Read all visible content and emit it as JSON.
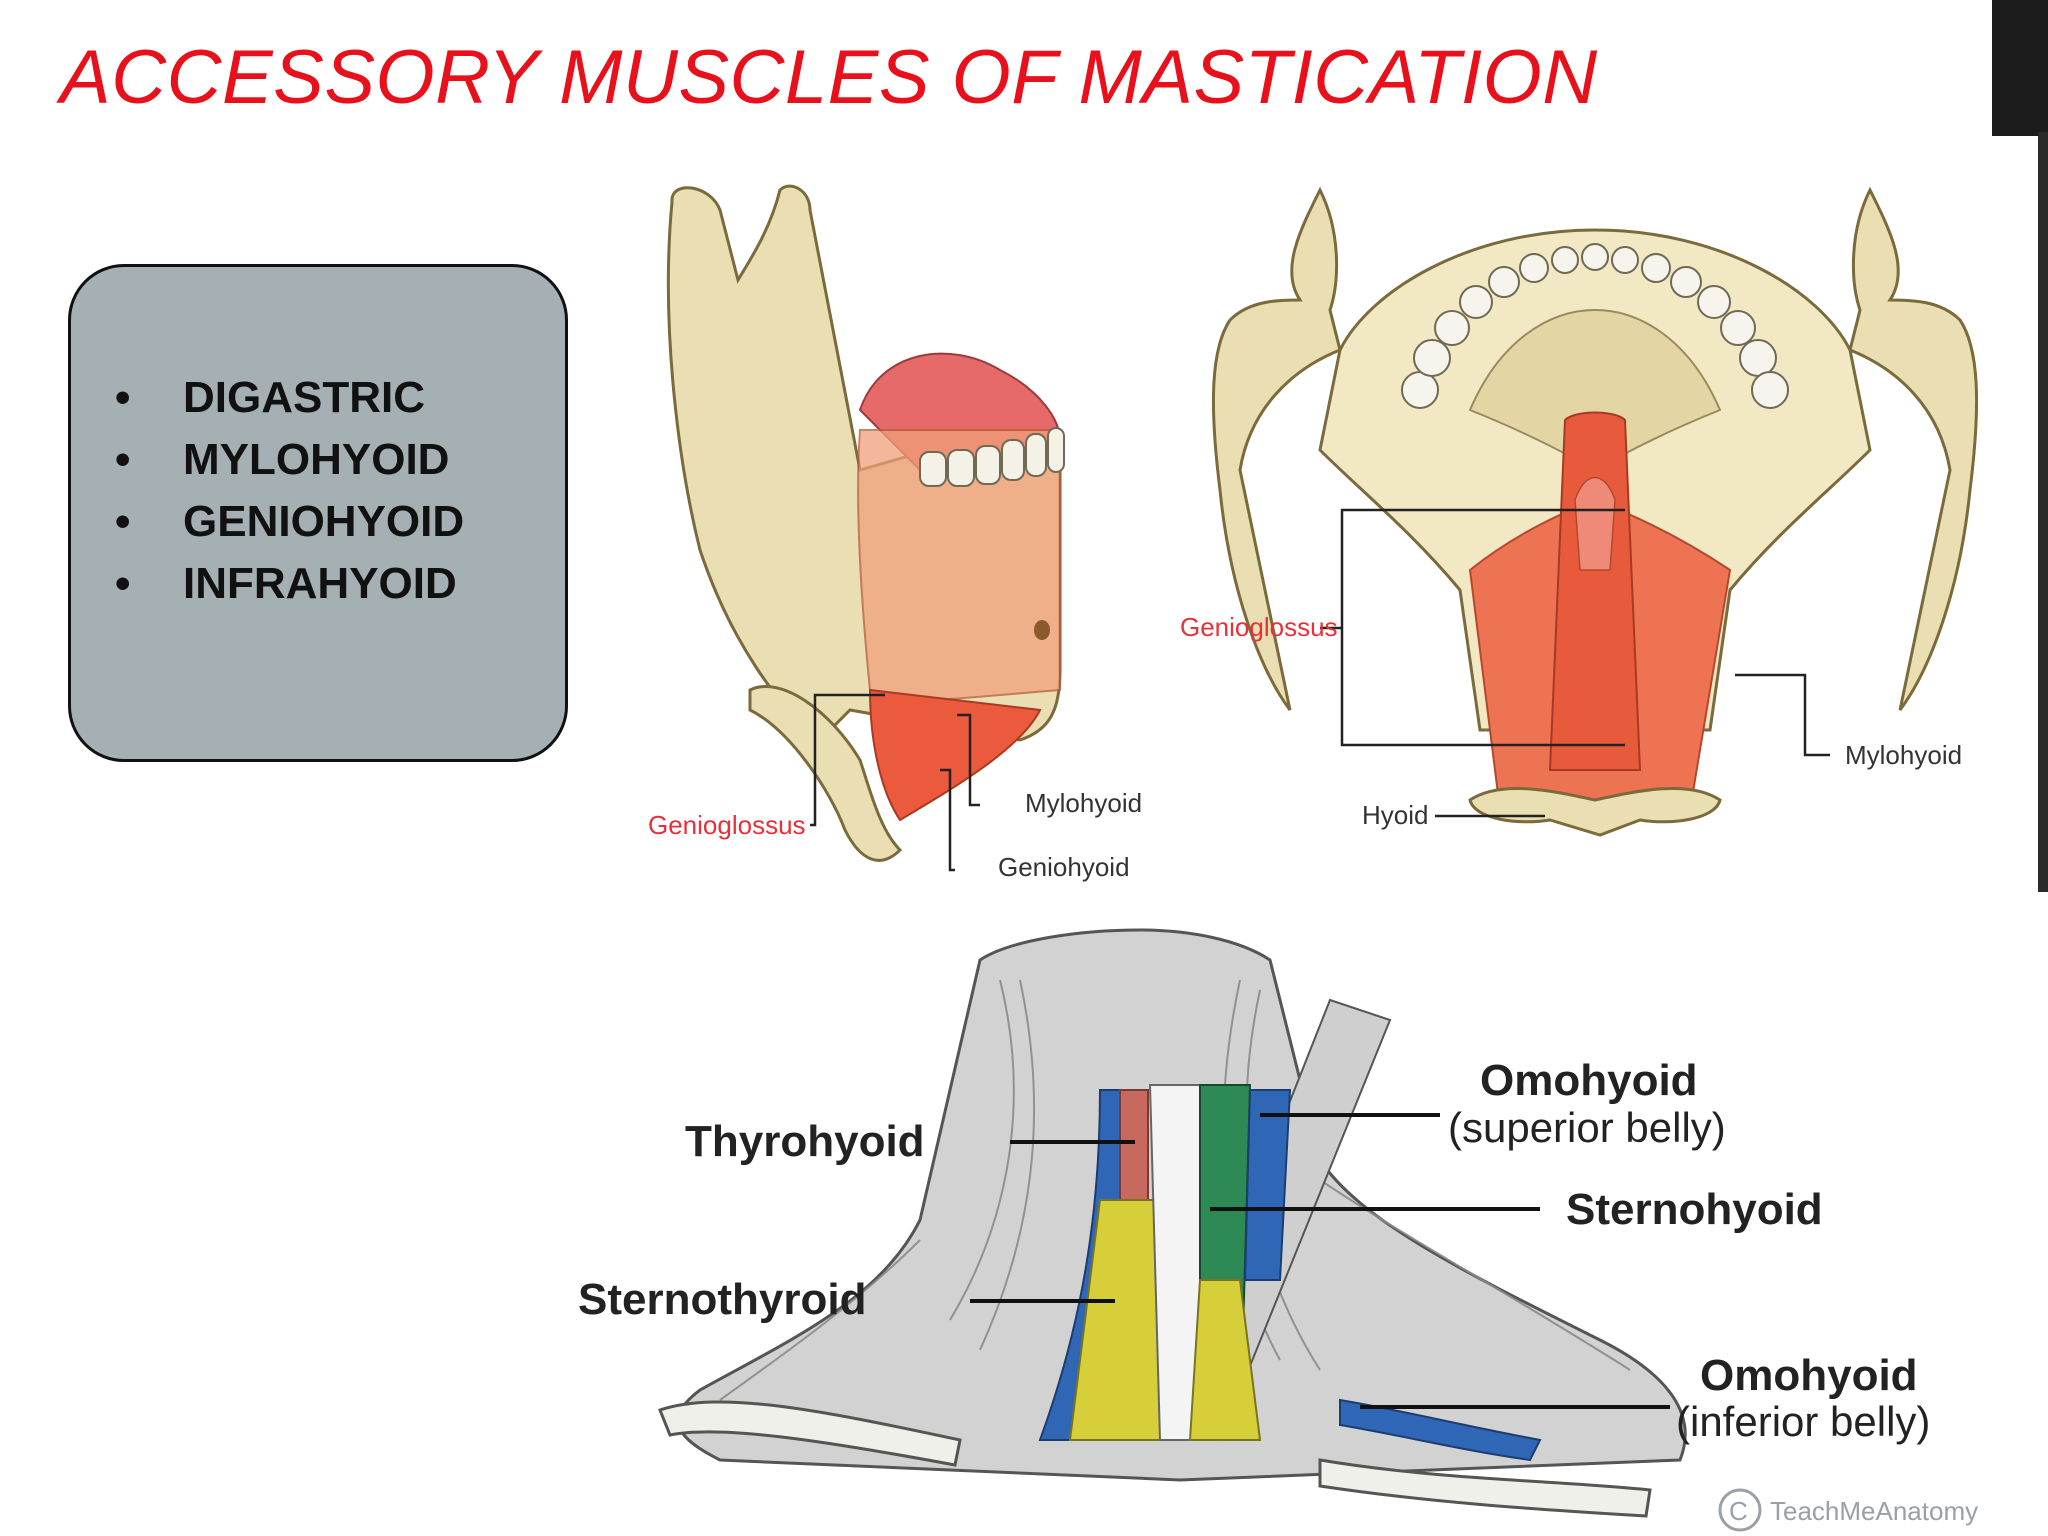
{
  "slide": {
    "title": "ACCESSORY MUSCLES OF MASTICATION",
    "bullets": [
      "DIGASTRIC",
      "MYLOHYOID",
      "GENIOHYOID",
      "INFRAHYOID"
    ],
    "bullet_symbol": "•"
  },
  "figure_left": {
    "labels": {
      "genioglossus": "Genioglossus",
      "mylohyoid": "Mylohyoid",
      "geniohyoid": "Geniohyoid"
    }
  },
  "figure_right": {
    "labels": {
      "genioglossus": "Genioglossus",
      "mylohyoid": "Mylohyoid",
      "hyoid": "Hyoid"
    }
  },
  "figure_bottom": {
    "labels": {
      "thyrohyoid": "Thyrohyoid",
      "sternothyroid": "Sternothyroid",
      "omohyoid_sup_1": "Omohyoid",
      "omohyoid_sup_2": "(superior belly)",
      "sternohyoid": "Sternohyoid",
      "omohyoid_inf_1": "Omohyoid",
      "omohyoid_inf_2": "(inferior belly)"
    },
    "watermark": "TeachMeAnatomy"
  },
  "colors": {
    "title": "#e8101a",
    "box": "#a4b0b4",
    "bone": "#e9dcae",
    "muscle": "#ec6a48",
    "label_red": "#e8303a"
  }
}
